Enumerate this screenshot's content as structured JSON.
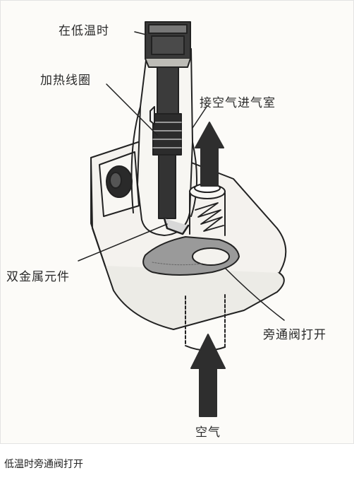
{
  "diagram": {
    "labels": {
      "low_temp": "在低温时",
      "heating_coil": "加热线圈",
      "to_intake": "接空气进气室",
      "bimetal": "双金属元件",
      "bypass_open": "旁通阀打开",
      "air": "空气"
    }
  },
  "caption": "低温时旁通阀打开"
}
